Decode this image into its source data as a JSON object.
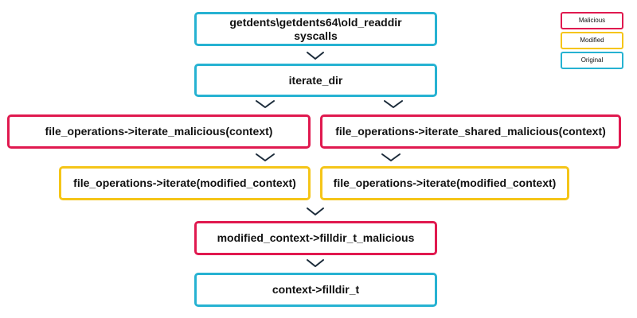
{
  "colors": {
    "malicious": "#e0194f",
    "modified": "#f5c518",
    "original": "#26b2d2",
    "arrow": "#1b2b3a"
  },
  "legend": [
    {
      "label": "Malicious",
      "kind": "malicious"
    },
    {
      "label": "Modified",
      "kind": "modified"
    },
    {
      "label": "Original",
      "kind": "original"
    }
  ],
  "nodes": [
    {
      "id": "syscalls",
      "line1": "getdents\\getdents64\\old_readdir",
      "line2": "syscalls",
      "kind": "original"
    },
    {
      "id": "iterate-dir",
      "line1": "iterate_dir",
      "line2": "",
      "kind": "original"
    },
    {
      "id": "iterate-malicious",
      "line1": "file_operations->iterate_malicious(context)",
      "line2": "",
      "kind": "malicious"
    },
    {
      "id": "iterate-shared-malicious",
      "line1": "file_operations->iterate_shared_malicious(context)",
      "line2": "",
      "kind": "malicious"
    },
    {
      "id": "iterate-modified-left",
      "line1": "file_operations->iterate(modified_context)",
      "line2": "",
      "kind": "modified"
    },
    {
      "id": "iterate-modified-right",
      "line1": "file_operations->iterate(modified_context)",
      "line2": "",
      "kind": "modified"
    },
    {
      "id": "filldir-malicious",
      "line1": "modified_context->filldir_t_malicious",
      "line2": "",
      "kind": "malicious"
    },
    {
      "id": "filldir",
      "line1": "context->filldir_t",
      "line2": "",
      "kind": "original"
    }
  ]
}
